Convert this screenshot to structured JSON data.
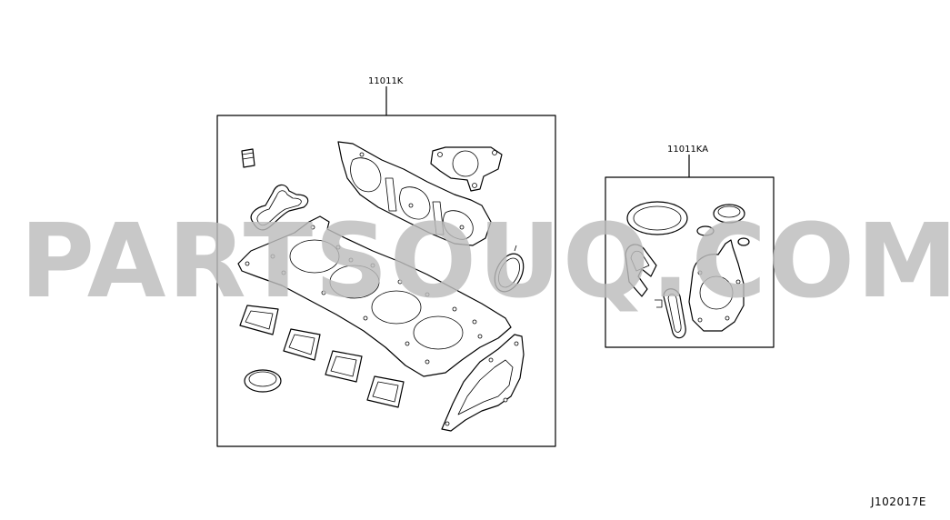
{
  "diagram": {
    "kit_main": {
      "part_number": "11011K"
    },
    "kit_secondary": {
      "part_number": "11011KA"
    },
    "figure_code": "J102017E",
    "watermark": "PARTSOUQ.COM"
  }
}
